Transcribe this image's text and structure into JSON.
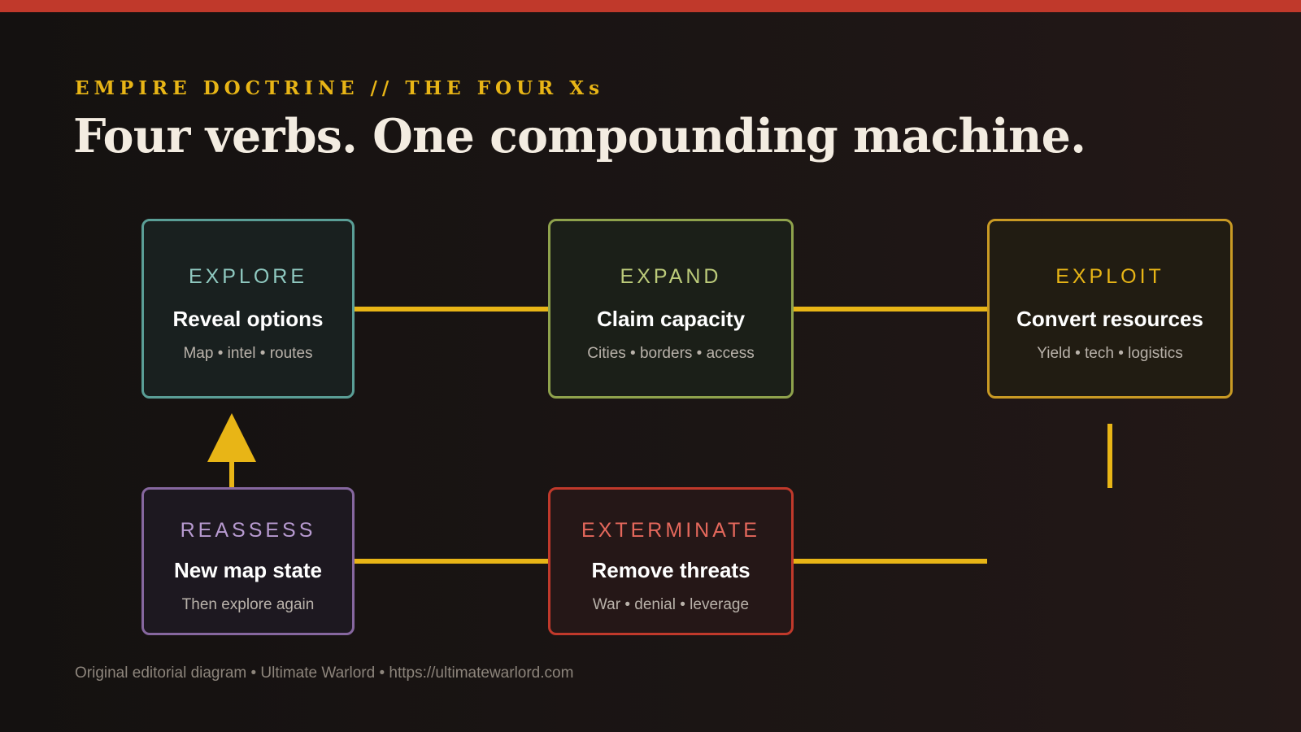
{
  "header": {
    "eyebrow": "EMPIRE DOCTRINE // THE FOUR Xs",
    "title": "Four verbs. One compounding machine."
  },
  "nodes": {
    "explore": {
      "kicker": "EXPLORE",
      "head": "Reveal options",
      "sub": "Map • intel • routes"
    },
    "expand": {
      "kicker": "EXPAND",
      "head": "Claim capacity",
      "sub": "Cities • borders • access"
    },
    "exploit": {
      "kicker": "EXPLOIT",
      "head": "Convert resources",
      "sub": "Yield • tech • logistics"
    },
    "reassess": {
      "kicker": "REASSESS",
      "head": "New map state",
      "sub": "Then explore again"
    },
    "exterminate": {
      "kicker": "EXTERMINATE",
      "head": "Remove threats",
      "sub": "War • denial • leverage"
    }
  },
  "footer": "Original editorial diagram • Ultimate Warlord • https://ultimatewarlord.com",
  "colors": {
    "accent_bar": "#c0392b",
    "connector": "#e8b516",
    "explore": "#5a9e96",
    "expand": "#8fa24c",
    "exploit": "#c99a24",
    "reassess": "#86679f",
    "exterminate": "#c0392b"
  }
}
